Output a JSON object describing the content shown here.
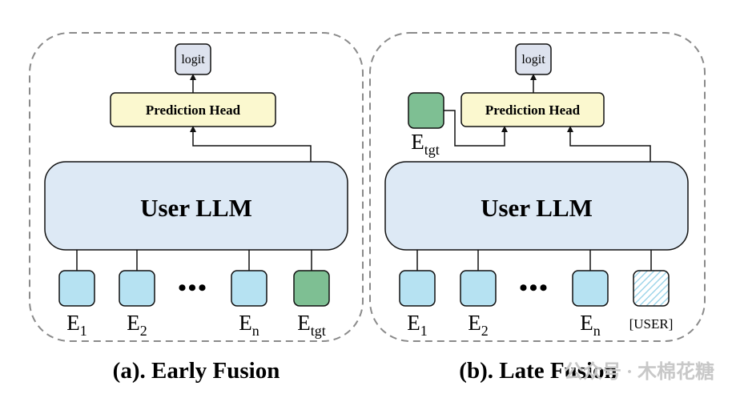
{
  "colors": {
    "panel_border": "#8a8a8a",
    "llm_fill": "#dde9f5",
    "head_fill": "#fbf8cf",
    "logit_fill": "#dde2ee",
    "embed_fill": "#b6e2f2",
    "target_fill": "#7ebf93",
    "user_hatch": "#9fd5ea",
    "watermark": "#c8c8c8"
  },
  "panels": [
    {
      "caption": "(a). Early Fusion",
      "llm_label": "User LLM",
      "head_label": "Prediction Head",
      "logit_label": "logit",
      "dots": "•••",
      "inputs": [
        {
          "base": "E",
          "sub": "1",
          "kind": "embedding"
        },
        {
          "base": "E",
          "sub": "2",
          "kind": "embedding"
        },
        {
          "base": "E",
          "sub": "n",
          "kind": "embedding"
        },
        {
          "base": "E",
          "sub": "tgt",
          "kind": "target"
        }
      ]
    },
    {
      "caption": "(b). Late Fusion",
      "llm_label": "User LLM",
      "head_label": "Prediction Head",
      "logit_label": "logit",
      "dots": "•••",
      "side_input": {
        "base": "E",
        "sub": "tgt",
        "kind": "target"
      },
      "inputs": [
        {
          "base": "E",
          "sub": "1",
          "kind": "embedding"
        },
        {
          "base": "E",
          "sub": "2",
          "kind": "embedding"
        },
        {
          "base": "E",
          "sub": "n",
          "kind": "embedding"
        },
        {
          "label": "[USER]",
          "kind": "user-token"
        }
      ]
    }
  ],
  "watermark": "公众号 · 木棉花糖"
}
